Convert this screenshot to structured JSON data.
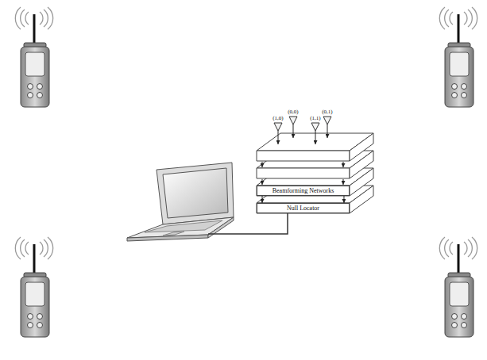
{
  "diagram": {
    "nodes": [
      {
        "text": [
          "Beamforming Networks"
        ]
      },
      {
        "text": [
          "Null Locator"
        ]
      }
    ],
    "edges": [
      {
        "from": 0,
        "to": 1,
        "arrow": "to"
      },
      {
        "from": 0,
        "to": 1,
        "arrow": "to"
      }
    ],
    "labels": [
      "(1,0)",
      "(0,0)",
      "(1,1)",
      "(0,1)"
    ]
  }
}
